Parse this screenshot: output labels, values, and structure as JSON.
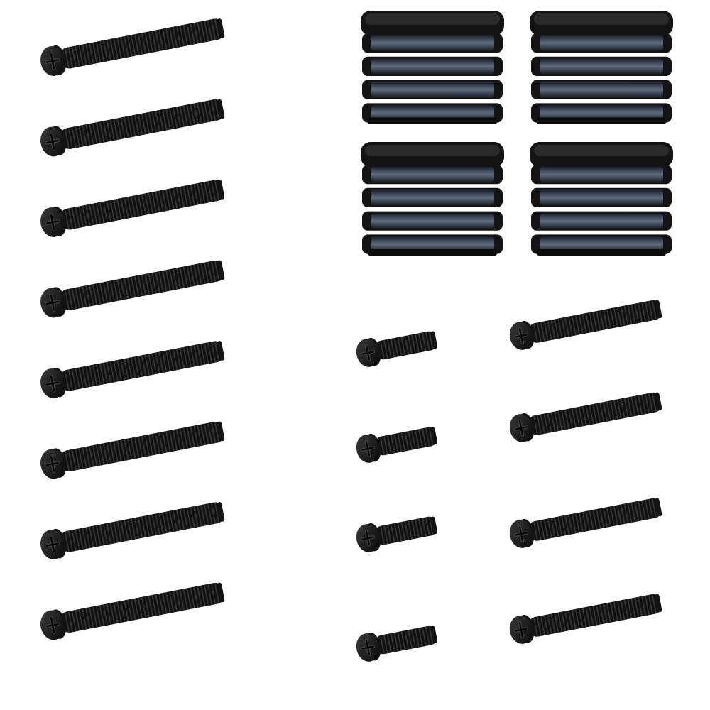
{
  "photo": {
    "subject": "hardware-kit",
    "background_color": "#ffffff",
    "part_color": "#141414",
    "cap_highlight_color": "#5f6f82",
    "groups": [
      {
        "name": "long-screws",
        "count": 8,
        "icon": "screw-icon"
      },
      {
        "name": "end-caps",
        "count": 4,
        "icon": "end-cap-icon"
      },
      {
        "name": "short-screws",
        "count": 4,
        "icon": "screw-icon"
      },
      {
        "name": "medium-screws",
        "count": 4,
        "icon": "screw-icon"
      }
    ]
  }
}
